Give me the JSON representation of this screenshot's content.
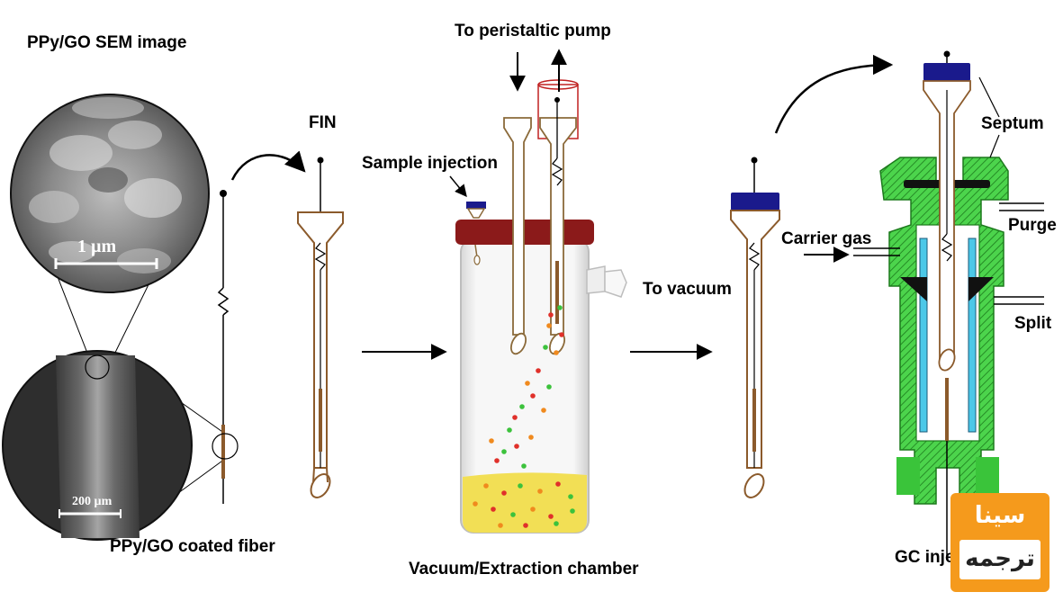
{
  "labels": {
    "sem_title": "PPy/GO SEM image",
    "coated_fiber": "PPy/GO coated fiber",
    "fin": "FIN",
    "peristaltic": "To peristaltic pump",
    "sample_injection": "Sample injection",
    "to_vacuum": "To vacuum",
    "chamber": "Vacuum/Extraction chamber",
    "septum": "Septum",
    "purge": "Purge",
    "carrier_gas": "Carrier gas",
    "split": "Split",
    "gc_injector": "GC inje"
  },
  "scale_bars": {
    "top": "1 µm",
    "bottom": "200 µm"
  },
  "watermark": {
    "line1": "سینا",
    "line2": "ترجمه"
  },
  "colors": {
    "fiber": "#8b5a2b",
    "septum_cap": "#1a1a8c",
    "chamber_lid": "#8b1a1a",
    "sample_liquid": "#f2df55",
    "injector_body": "#4cd44c",
    "liner": "#4cc8e8",
    "badge": "#f59a1c",
    "dot_red": "#e0302a",
    "dot_green": "#3cc23c",
    "dot_orange": "#f08a1e"
  }
}
